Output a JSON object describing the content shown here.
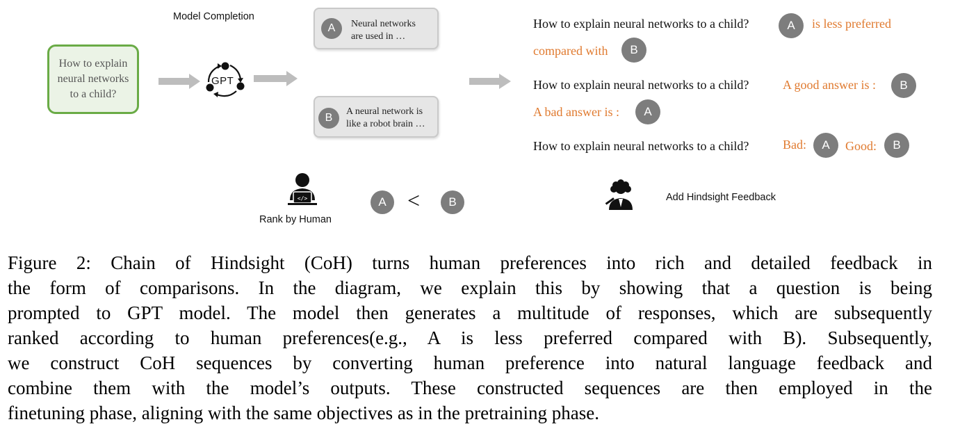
{
  "diagram": {
    "model_completion_label": "Model Completion",
    "prompt": "How to explain neural networks to a child?",
    "gpt_label": "GPT",
    "response_a": {
      "badge": "A",
      "text_line1": "Neural networks",
      "text_line2": "are used in …"
    },
    "response_b": {
      "badge": "B",
      "text_line1": "A neural network is",
      "text_line2": "like a robot brain …"
    },
    "rank_label": "Rank by Human",
    "rank": {
      "left": "A",
      "op": "<",
      "right": "B"
    },
    "hindsight_label": "Add Hindsight Feedback",
    "sequences": [
      {
        "question": "How to explain neural networks to a child?",
        "badge1": "A",
        "feedback1": "is less preferred",
        "feedback2": "compared with",
        "badge2": "B"
      },
      {
        "question": "How to explain neural networks to a child?",
        "feedback1": "A good answer is :",
        "badge1": "B",
        "feedback2": "A bad answer is :",
        "badge2": "A"
      },
      {
        "question": "How to explain neural networks to a child?",
        "feedback1": "Bad:",
        "badge1": "A",
        "feedback2": "Good:",
        "badge2": "B"
      }
    ],
    "colors": {
      "feedback": "#e07a2f",
      "prompt_border": "#6aab46",
      "badge": "#7d7d7d",
      "arrow": "#bdbdbd"
    }
  },
  "caption": {
    "lines": [
      "Figure 2: Chain of Hindsight (CoH) turns human preferences into rich and detailed feedback in",
      "the form of comparisons.  In the diagram, we explain this by showing that a question is being",
      "prompted to GPT model. The model then generates a multitude of responses, which are subsequently",
      "ranked according to human preferences(e.g., A is less preferred compared with B). Subsequently,",
      "we construct CoH sequences by converting human preference into natural language feedback and",
      "combine them with the model’s outputs.  These constructed sequences are then employed in the",
      "finetuning phase, aligning with the same objectives as in the pretraining phase."
    ]
  }
}
